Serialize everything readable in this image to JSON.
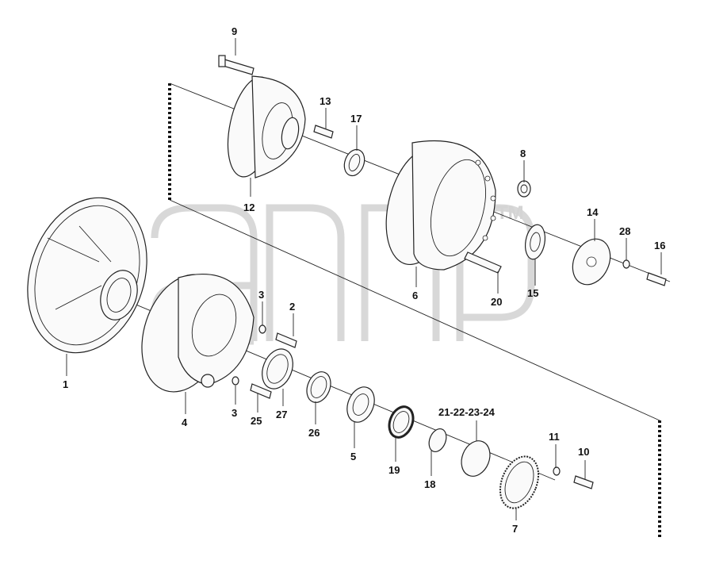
{
  "diagram": {
    "watermark": "TM",
    "labels": {
      "p1": "1",
      "p2": "2",
      "p3a": "3",
      "p3b": "3",
      "p4": "4",
      "p5": "5",
      "p6": "6",
      "p7": "7",
      "p8": "8",
      "p9": "9",
      "p10": "10",
      "p11": "11",
      "p12": "12",
      "p13": "13",
      "p14": "14",
      "p15": "15",
      "p16": "16",
      "p17": "17",
      "p18": "18",
      "p19": "19",
      "p20": "20",
      "p21": "21-22-23-24",
      "p25": "25",
      "p26": "26",
      "p27": "27",
      "p28": "28"
    }
  }
}
